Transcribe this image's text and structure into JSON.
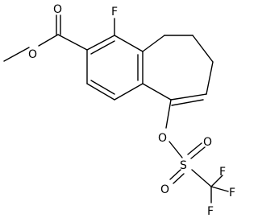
{
  "molecule": {
    "atoms": {
      "carbonyl_o1": "O",
      "carbonyl_o2": "O",
      "ring_f": "F",
      "triflate_o": "O",
      "sulfur": "S",
      "sulfonyl_o1": "O",
      "sulfonyl_o2": "O",
      "cf3_f1": "F",
      "cf3_f2": "F",
      "cf3_f3": "F"
    }
  }
}
